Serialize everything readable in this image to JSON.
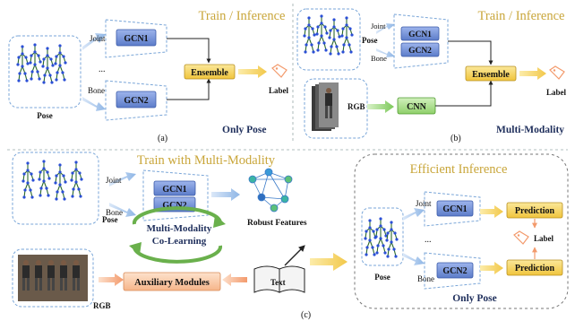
{
  "panel_a": {
    "title": "Train / Inference",
    "pose_label": "Pose",
    "joint_label": "Joint",
    "bone_label": "Bone",
    "ellipsis": "...",
    "gcn1": "GCN1",
    "gcn2": "GCN2",
    "ensemble": "Ensemble",
    "label": "Label",
    "mode": "Only Pose",
    "caption": "(a)"
  },
  "panel_b": {
    "title": "Train / Inference",
    "pose_label": "Pose",
    "joint_label": "Joint",
    "bone_label": "Bone",
    "gcn1": "GCN1",
    "gcn2": "GCN2",
    "rgb_label": "RGB",
    "cnn": "CNN",
    "ensemble": "Ensemble",
    "label": "Label",
    "mode": "Multi-Modality",
    "caption": "(b)"
  },
  "panel_c": {
    "title": "Train with Multi-Modality",
    "pose_label": "Pose",
    "joint_label": "Joint",
    "bone_label": "Bone",
    "gcn1": "GCN1",
    "gcn2": "GCN2",
    "robust": "Robust Features",
    "colearn_1": "Multi-Modality",
    "colearn_2": "Co-Learning",
    "rgb_label": "RGB",
    "aux": "Auxiliary Modules",
    "text": "Text",
    "caption": "(c)"
  },
  "panel_d": {
    "title": "Efficient Inference",
    "pose_label": "Pose",
    "joint_label": "Joint",
    "bone_label": "Bone",
    "ellipsis": "...",
    "gcn1": "GCN1",
    "gcn2": "GCN2",
    "prediction_1": "Prediction",
    "prediction_2": "Prediction",
    "label": "Label",
    "mode": "Only Pose"
  },
  "colors": {
    "gcn": "#6f8fd6",
    "ensemble": "#f5d45a",
    "cnn": "#a8dc8a",
    "aux": "#f9c9a4",
    "title": "#c9a63a",
    "mode": "#1f2f5c",
    "dash": "#7aa6d8",
    "arrow_blue": "#a8c8ec",
    "arrow_yellow": "#f7d66a",
    "arrow_orange": "#f6a77e",
    "cycle_green": "#6ab04c"
  }
}
